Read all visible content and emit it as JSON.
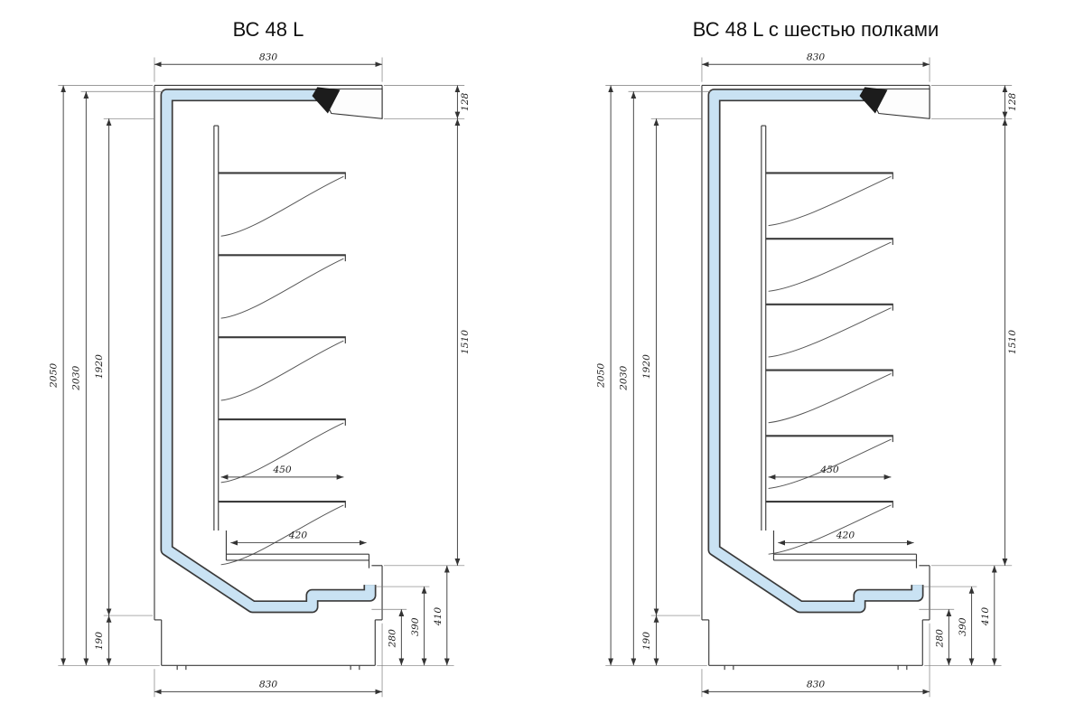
{
  "sheet": {
    "background": "#ffffff",
    "line_color": "#3c3c3c"
  },
  "diagrams": [
    {
      "title": "ВС 48 L",
      "shelf_count": 5,
      "liner_color": "#c9e2f3",
      "dimensions": {
        "top_width": "830",
        "canopy_height": "128",
        "opening_height": "1510",
        "overall_height": "2050",
        "height_2030": "2030",
        "liner_height": "1920",
        "shelf_depth": "450",
        "well_depth": "420",
        "base_left_height": "190",
        "base_inner_height": "280",
        "base_mid_height": "390",
        "base_outer_height": "410",
        "bottom_width": "830"
      }
    },
    {
      "title": "ВС 48 L с шестью полками",
      "shelf_count": 6,
      "liner_color": "#c9e2f3",
      "dimensions": {
        "top_width": "830",
        "canopy_height": "128",
        "opening_height": "1510",
        "overall_height": "2050",
        "height_2030": "2030",
        "liner_height": "1920",
        "shelf_depth": "450",
        "well_depth": "420",
        "base_left_height": "190",
        "base_inner_height": "280",
        "base_mid_height": "390",
        "base_outer_height": "410",
        "bottom_width": "830"
      }
    }
  ]
}
